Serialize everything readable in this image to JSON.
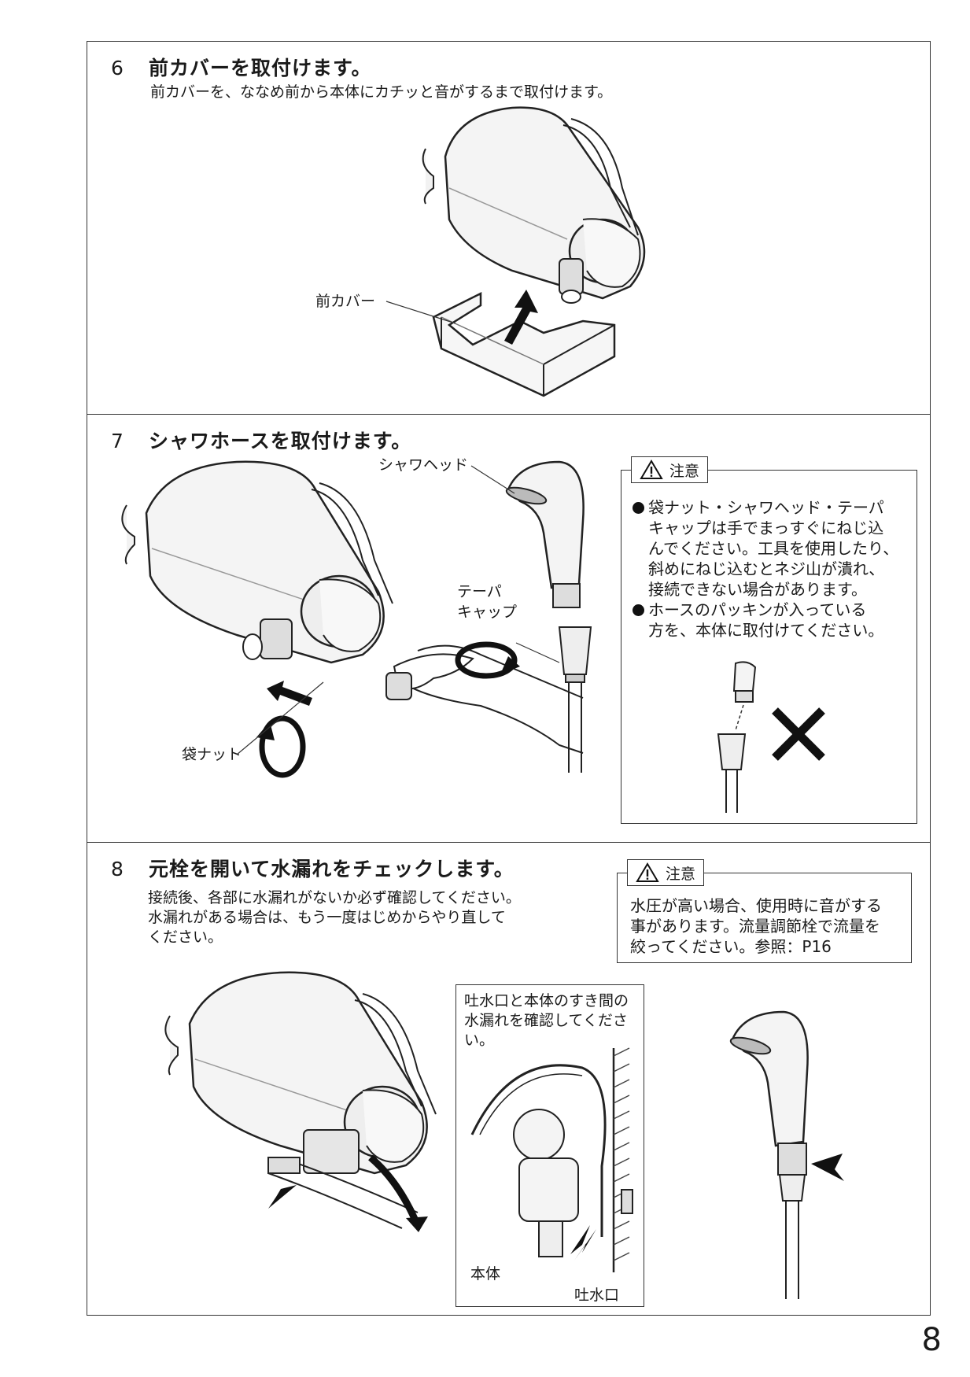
{
  "page_number": "8",
  "step6": {
    "number": "6",
    "title": "前カバーを取付けます。",
    "description": "前カバーを、ななめ前から本体にカチッと音がするまで取付けます。",
    "label_front_cover": "前カバー"
  },
  "step7": {
    "number": "7",
    "title": "シャワホースを取付けます。",
    "label_shower_head": "シャワヘッド",
    "label_taper_cap_line1": "テーパ",
    "label_taper_cap_line2": "キャップ",
    "label_bag_nut": "袋ナット",
    "caution": {
      "heading": "注意",
      "bullet1_lines": [
        "袋ナット・シャワヘッド・テーパ",
        "キャップは手でまっすぐにねじ込",
        "んでください。工具を使用したり、",
        "斜めにねじ込むとネジ山が潰れ、",
        "接続できない場合があります。"
      ],
      "bullet2_lines": [
        "ホースのパッキンが入っている",
        "方を、本体に取付けてください。"
      ]
    }
  },
  "step8": {
    "number": "8",
    "title": "元栓を開いて水漏れをチェックします。",
    "description_lines": [
      "接続後、各部に水漏れがないか必ず確認してください。",
      "水漏れがある場合は、もう一度はじめからやり直して",
      "ください。"
    ],
    "caution": {
      "heading": "注意",
      "body_lines": [
        "水圧が高い場合、使用時に音がする",
        "事があります。流量調節栓で流量を",
        "絞ってください。参照：P16"
      ]
    },
    "inset": {
      "text_lines": [
        "吐水口と本体のすき間の",
        "水漏れを確認してくださ",
        "い。"
      ],
      "label_body": "本体",
      "label_spout": "吐水口"
    }
  }
}
